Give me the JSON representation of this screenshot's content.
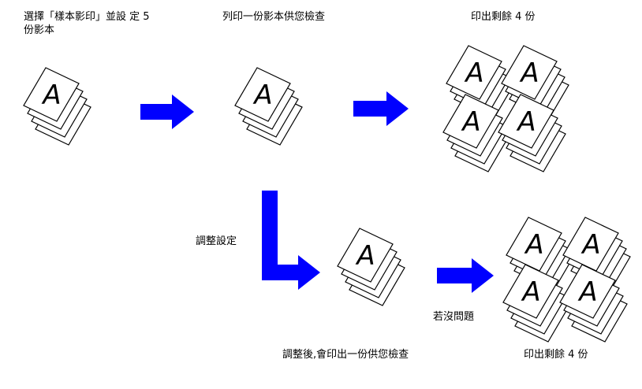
{
  "steps": {
    "select_text_line1": "選擇「樣本影印」並設 定 5",
    "select_text_line2": "份影本",
    "print_one": "列印一份影本供您檢查",
    "print_remaining_top": "印出剩餘 4 份",
    "adjust": "調整設定",
    "if_ok": "若沒問題",
    "after_adjust": "調整後,會印出一份供您檢查",
    "print_remaining_bottom": "印出剩餘 4 份"
  },
  "paper_letter": "A",
  "colors": {
    "arrow": "#0000ff",
    "paper_fill": "#ffffff",
    "paper_stroke": "#000000"
  }
}
